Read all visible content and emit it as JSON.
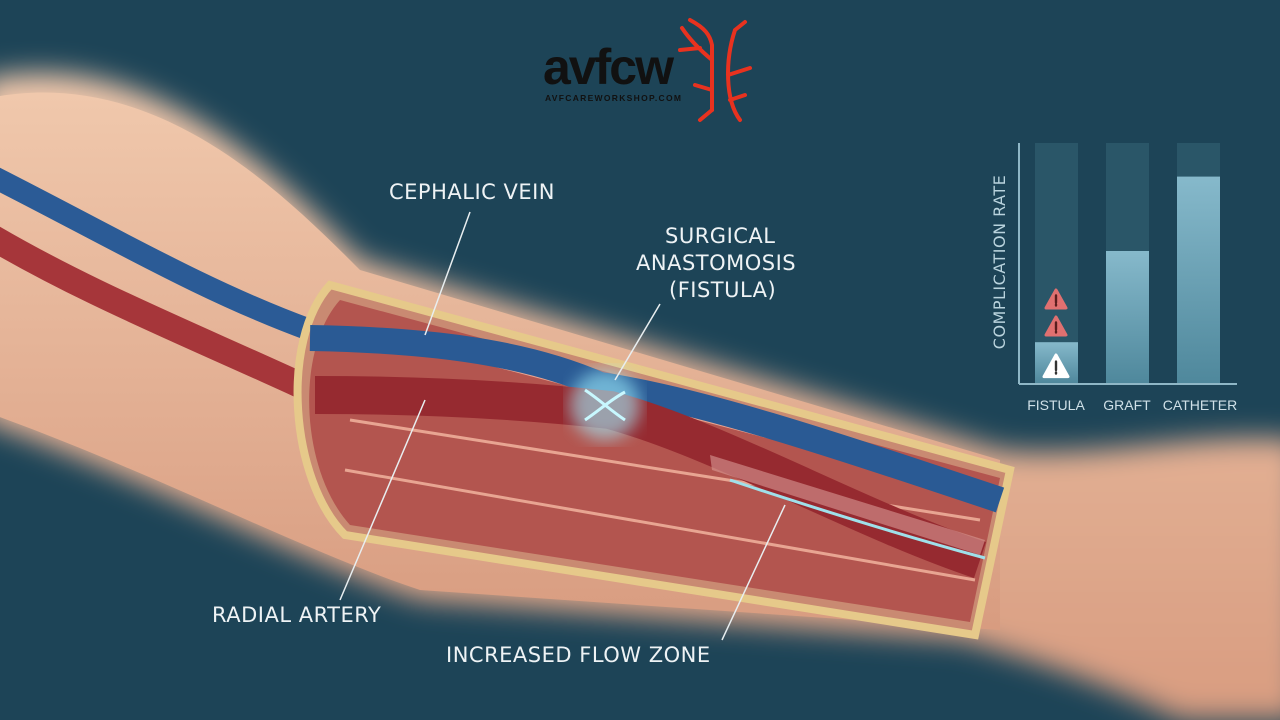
{
  "logo": {
    "wordmark": "avfcw",
    "url": "AVFCAREWORKSHOP.COM",
    "accent_color": "#e8321f"
  },
  "labels": {
    "cephalic_vein": "CEPHALIC VEIN",
    "anastomosis_line1": "SURGICAL",
    "anastomosis_line2": "ANASTOMOSIS",
    "anastomosis_line3": "(FISTULA)",
    "radial_artery": "RADIAL ARTERY",
    "flow_zone": "INCREASED FLOW ZONE"
  },
  "colors": {
    "background": "#1d4457",
    "vein": "#2a5a94",
    "artery": "#9c2a30",
    "skin": "#e8b89a",
    "bar": "#7fb1c3"
  },
  "chart_data": {
    "type": "bar",
    "ylabel": "COMPLICATION RATE",
    "categories": [
      "FISTULA",
      "GRAFT",
      "CATHETER"
    ],
    "values": [
      0.17,
      0.55,
      0.86
    ],
    "ylim": [
      0,
      1
    ],
    "icons": [
      "warning-icon",
      "warning-icon",
      "warning-icon"
    ],
    "grid": false
  }
}
